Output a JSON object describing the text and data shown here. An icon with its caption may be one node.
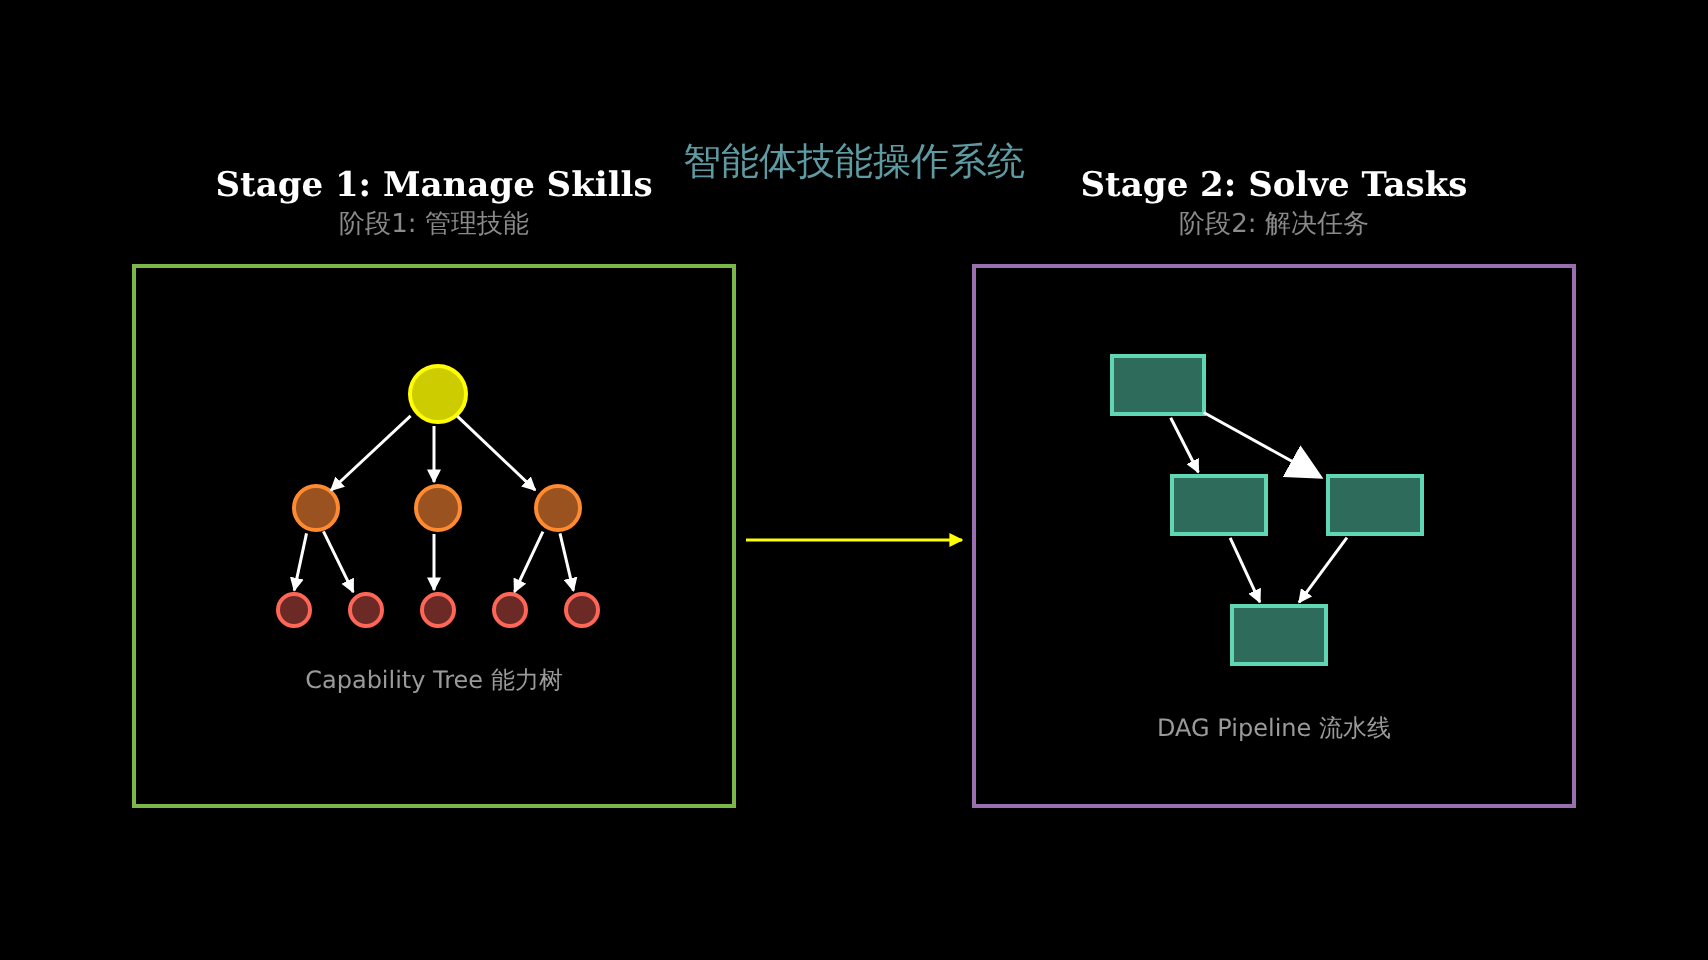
{
  "diagram": {
    "title": "智能体技能操作系统",
    "nodes": [
      {
        "text": [
          "Stage 1: Manage Skills",
          "阶段1: 管理技能",
          "Capability Tree 能力树"
        ]
      },
      {
        "text": [
          "Stage 2: Solve Tasks",
          "阶段2: 解决任务",
          "DAG Pipeline 流水线"
        ]
      },
      {
        "text": [],
        "shape": "circle",
        "in": 0
      },
      {
        "text": [],
        "shape": "circle",
        "in": 0
      },
      {
        "text": [],
        "shape": "circle",
        "in": 0
      },
      {
        "text": [],
        "shape": "circle",
        "in": 0
      },
      {
        "text": [],
        "shape": "circle",
        "in": 0
      },
      {
        "text": [],
        "shape": "circle",
        "in": 0
      },
      {
        "text": [],
        "shape": "circle",
        "in": 0
      },
      {
        "text": [],
        "shape": "circle",
        "in": 0
      },
      {
        "text": [],
        "shape": "circle",
        "in": 0
      },
      {
        "text": [],
        "shape": "box",
        "in": 1
      },
      {
        "text": [],
        "shape": "box",
        "in": 1
      },
      {
        "text": [],
        "shape": "box",
        "in": 1
      },
      {
        "text": [],
        "shape": "box",
        "in": 1
      }
    ],
    "edges": [
      {
        "from": 0,
        "to": 1,
        "arrow": "to",
        "color": "#ffff00"
      },
      {
        "from": 2,
        "to": 3,
        "arrow": "to"
      },
      {
        "from": 2,
        "to": 4,
        "arrow": "to"
      },
      {
        "from": 2,
        "to": 5,
        "arrow": "to"
      },
      {
        "from": 3,
        "to": 6,
        "arrow": "to"
      },
      {
        "from": 3,
        "to": 7,
        "arrow": "to"
      },
      {
        "from": 4,
        "to": 8,
        "arrow": "to"
      },
      {
        "from": 5,
        "to": 9,
        "arrow": "to"
      },
      {
        "from": 5,
        "to": 10,
        "arrow": "to"
      },
      {
        "from": 11,
        "to": 12,
        "arrow": "to"
      },
      {
        "from": 11,
        "to": 13,
        "arrow": "to"
      },
      {
        "from": 12,
        "to": 14,
        "arrow": "to"
      },
      {
        "from": 13,
        "to": 14,
        "arrow": "to"
      }
    ]
  }
}
